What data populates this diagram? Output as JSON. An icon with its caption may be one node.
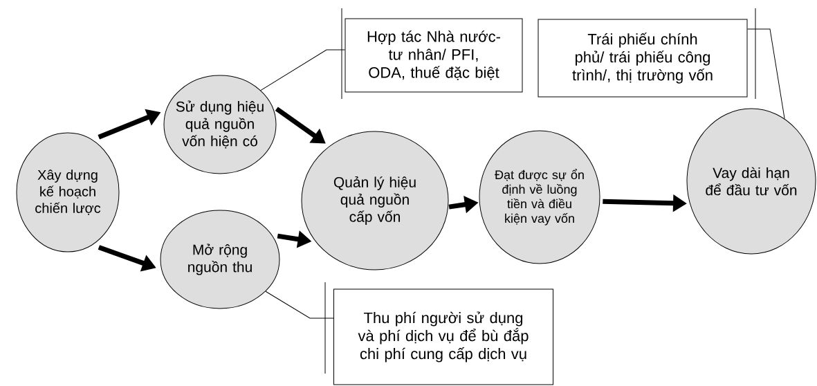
{
  "diagram": {
    "nodes": [
      {
        "text": [
          "Xây dựng kế hoạch chiến lược"
        ]
      },
      {
        "text": [
          "Sử dụng hiệu quả nguồn vốn hiện có"
        ]
      },
      {
        "text": [
          "Mở rộng nguồn thu"
        ]
      },
      {
        "text": [
          "Quản lý hiệu quả nguồn cấp vốn"
        ]
      },
      {
        "text": [
          "Đạt được sự ổn định về luồng tiền và điều kiện vay vốn"
        ]
      },
      {
        "text": [
          "Vay dài hạn để đầu tư vốn"
        ]
      },
      {
        "text": [
          "Hợp tác Nhà nước-tư nhân/ PFI, ODA, thuế đặc biệt"
        ]
      },
      {
        "text": [
          "Trái phiếu chính phủ/ trái phiếu công trình/, thị trường vốn"
        ]
      },
      {
        "text": [
          "Thu phí người sử dụng và phí dịch vụ để bù đắp chi phí cung cấp dịch vụ"
        ]
      }
    ],
    "edges": [
      {
        "from": 0,
        "to": 1,
        "arrow": "to"
      },
      {
        "from": 0,
        "to": 2,
        "arrow": "to"
      },
      {
        "from": 1,
        "to": 3,
        "arrow": "to"
      },
      {
        "from": 2,
        "to": 3,
        "arrow": "to"
      },
      {
        "from": 3,
        "to": 4,
        "arrow": "to"
      },
      {
        "from": 4,
        "to": 5,
        "arrow": "to"
      },
      {
        "from": 6,
        "to": 1,
        "arrow": "none"
      },
      {
        "from": 7,
        "to": 5,
        "arrow": "none"
      },
      {
        "from": 8,
        "to": 2,
        "arrow": "none"
      }
    ]
  }
}
